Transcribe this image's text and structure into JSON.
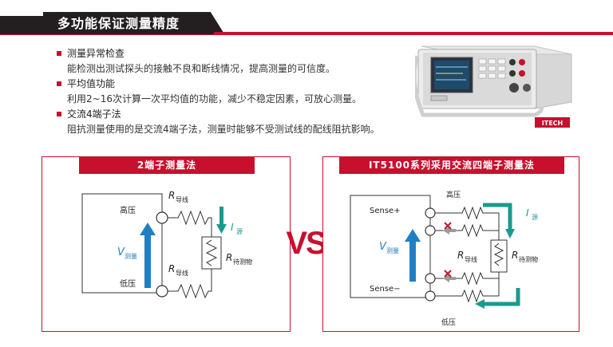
{
  "header": {
    "title": "多功能保证测量精度"
  },
  "features": [
    {
      "title": "测量异常检查",
      "desc": "能检测出测试探头的接触不良和断线情况，提高测量的可信度。"
    },
    {
      "title": "平均值功能",
      "desc": "利用2~16次计算一次平均值的功能，减少不稳定因素，可放心测量。"
    },
    {
      "title": "交流4端子法",
      "desc": "阻抗测量使用的是交流4端子法，测量时能够不受测试线的配线阻抗影响。"
    }
  ],
  "device": {
    "brand": "ITECH"
  },
  "vs_label": "VS",
  "left_panel": {
    "title": "2端子测量法",
    "high_label": "高压",
    "low_label": "低压",
    "v_main": "V",
    "v_sub": "测量",
    "r_top_main": "R",
    "r_top_sub": "导线",
    "r_bot_main": "R",
    "r_bot_sub": "导线",
    "r_dut_main": "R",
    "r_dut_sub": "待测物",
    "i_main": "I",
    "i_sub": "源"
  },
  "right_panel": {
    "title": "IT5100系列采用交流四端子测量法",
    "high_label": "高压",
    "low_label": "低压",
    "sense_plus": "Sense+",
    "sense_minus": "Sense−",
    "v_main": "V",
    "v_sub": "测量",
    "r_lead_main": "R",
    "r_lead_sub": "导线",
    "r_dut_main": "R",
    "r_dut_sub": "待测物",
    "i_main": "I",
    "i_sub": "源"
  },
  "colors": {
    "accent": "#c8102e",
    "arrow_blue": "#1f7fc4",
    "arrow_teal": "#1a9a8f",
    "dark": "#231f20"
  }
}
